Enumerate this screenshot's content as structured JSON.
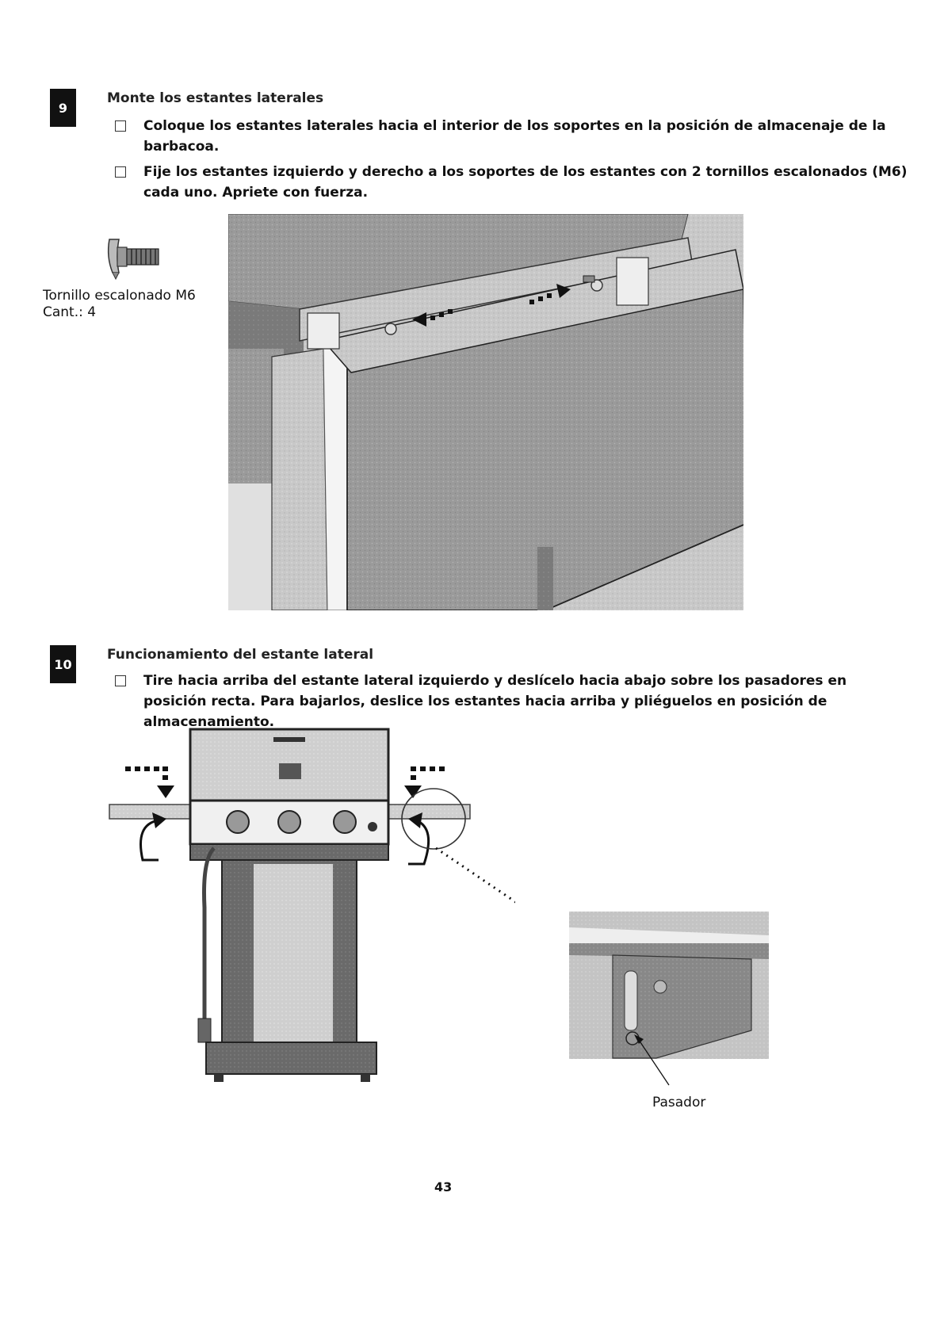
{
  "steps": [
    {
      "number": "9",
      "title": "Monte los estantes laterales",
      "instructions": [
        "Coloque los estantes laterales hacia el interior de los soportes en la posición de almacenaje de la barbacoa.",
        "Fije los estantes izquierdo y derecho a los soportes de los estantes con 2 tornillos escalonados (M6) cada uno. Apriete con fuerza."
      ],
      "parts": {
        "name": "Tornillo escalonado M6",
        "qty": "Cant.: 4"
      }
    },
    {
      "number": "10",
      "title": "Funcionamiento del estante lateral",
      "instructions": [
        "Tire hacia arriba del estante lateral izquierdo y deslícelo hacia abajo sobre los pasadores en posición recta. Para bajarlos, deslice los estantes hacia arriba y pliéguelos en posición de almacenamiento."
      ],
      "callout": "Pasador"
    }
  ],
  "page_number": "43"
}
